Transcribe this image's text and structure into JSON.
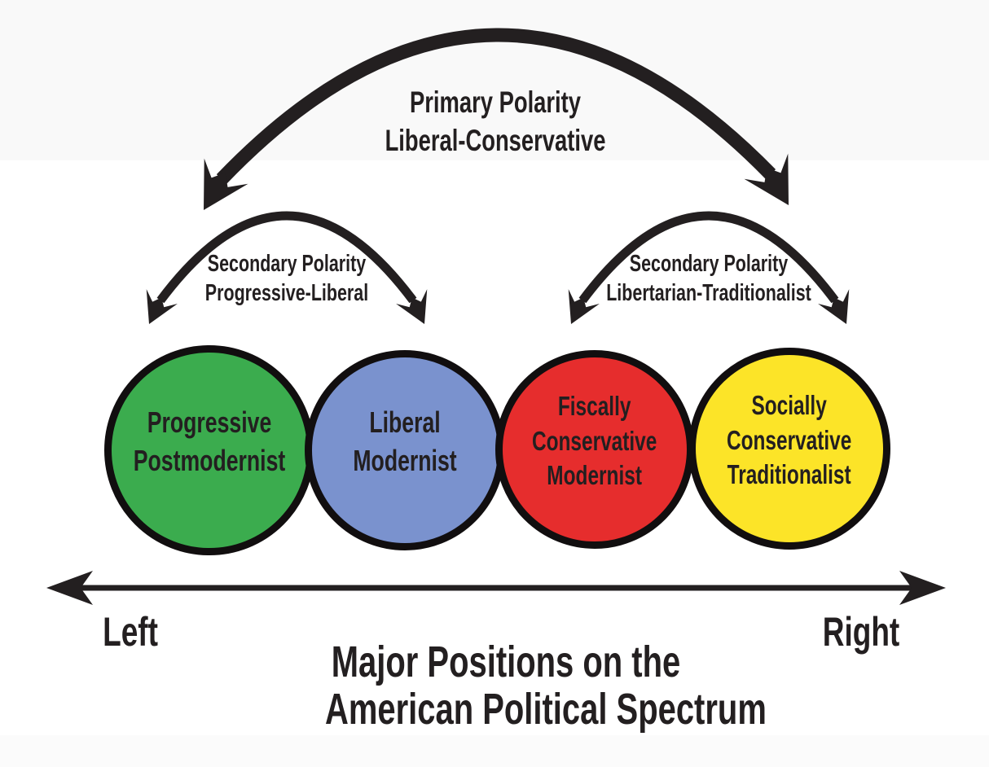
{
  "page": {
    "background": "#ffffff",
    "band_top_color": "#f9f9f9",
    "band_bottom_color": "#fbfbfb"
  },
  "colors": {
    "ink": "#231f20"
  },
  "primary_polarity": {
    "line1": "Primary Polarity",
    "line2": "Liberal-Conservative"
  },
  "secondary_polarity_left": {
    "line1": "Secondary Polarity",
    "line2": "Progressive-Liberal"
  },
  "secondary_polarity_right": {
    "line1": "Secondary Polarity",
    "line2": "Libertarian-Traditionalist"
  },
  "positions": [
    {
      "name": "progressive-postmodernist",
      "lines": [
        "Progressive",
        "Postmodernist"
      ],
      "color": "#3BAC4E"
    },
    {
      "name": "liberal-modernist",
      "lines": [
        "Liberal",
        "Modernist"
      ],
      "color": "#7A92CE"
    },
    {
      "name": "fiscally-conservative-modernist",
      "lines": [
        "Fiscally",
        "Conservative",
        "Modernist"
      ],
      "color": "#E62D2D"
    },
    {
      "name": "socially-conservative-traditionalist",
      "lines": [
        "Socially",
        "Conservative",
        "Traditionalist"
      ],
      "color": "#FCE428"
    }
  ],
  "axis": {
    "left_label": "Left",
    "right_label": "Right"
  },
  "title": {
    "line1": "Major Positions on the",
    "line2": "American Political Spectrum"
  }
}
